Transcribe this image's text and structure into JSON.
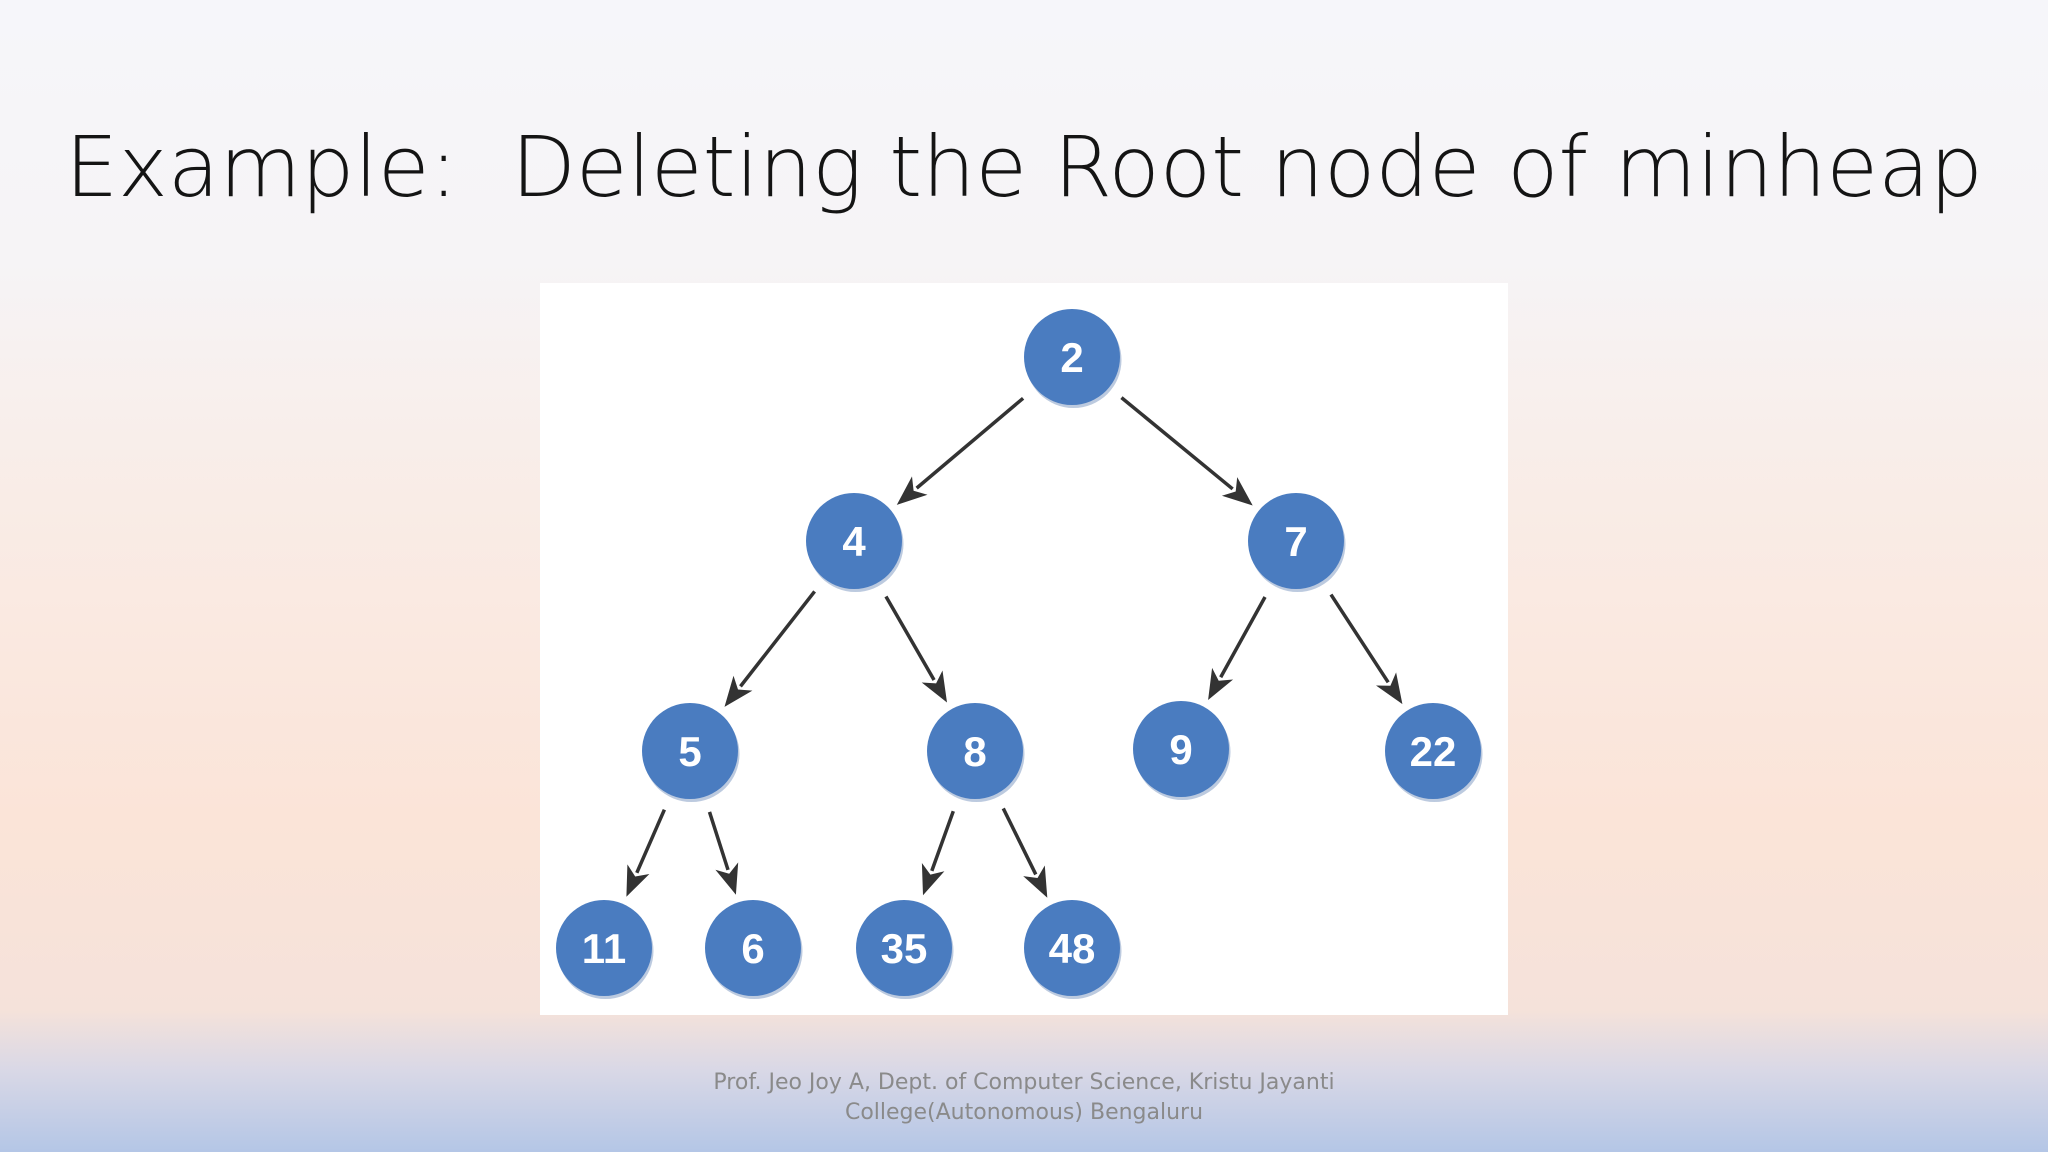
{
  "slide": {
    "title": "Example:  Deleting the Root node of minheap",
    "footer_line1": "Prof. Jeo Joy A, Dept. of Computer Science, Kristu Jayanti",
    "footer_line2": "College(Autonomous) Bengaluru"
  },
  "diagram": {
    "node_color": "#4a7cc0",
    "edge_color": "#333333",
    "nodes": [
      {
        "id": "n2",
        "label": "2"
      },
      {
        "id": "n4",
        "label": "4"
      },
      {
        "id": "n7",
        "label": "7"
      },
      {
        "id": "n5",
        "label": "5"
      },
      {
        "id": "n8",
        "label": "8"
      },
      {
        "id": "n9",
        "label": "9"
      },
      {
        "id": "n22",
        "label": "22"
      },
      {
        "id": "n11",
        "label": "11"
      },
      {
        "id": "n6",
        "label": "6"
      },
      {
        "id": "n35",
        "label": "35"
      },
      {
        "id": "n48",
        "label": "48"
      }
    ],
    "edges": [
      {
        "from": "n2",
        "to": "n4"
      },
      {
        "from": "n2",
        "to": "n7"
      },
      {
        "from": "n4",
        "to": "n5"
      },
      {
        "from": "n4",
        "to": "n8"
      },
      {
        "from": "n7",
        "to": "n9"
      },
      {
        "from": "n7",
        "to": "n22"
      },
      {
        "from": "n5",
        "to": "n11"
      },
      {
        "from": "n5",
        "to": "n6"
      },
      {
        "from": "n8",
        "to": "n35"
      },
      {
        "from": "n8",
        "to": "n48"
      }
    ]
  }
}
